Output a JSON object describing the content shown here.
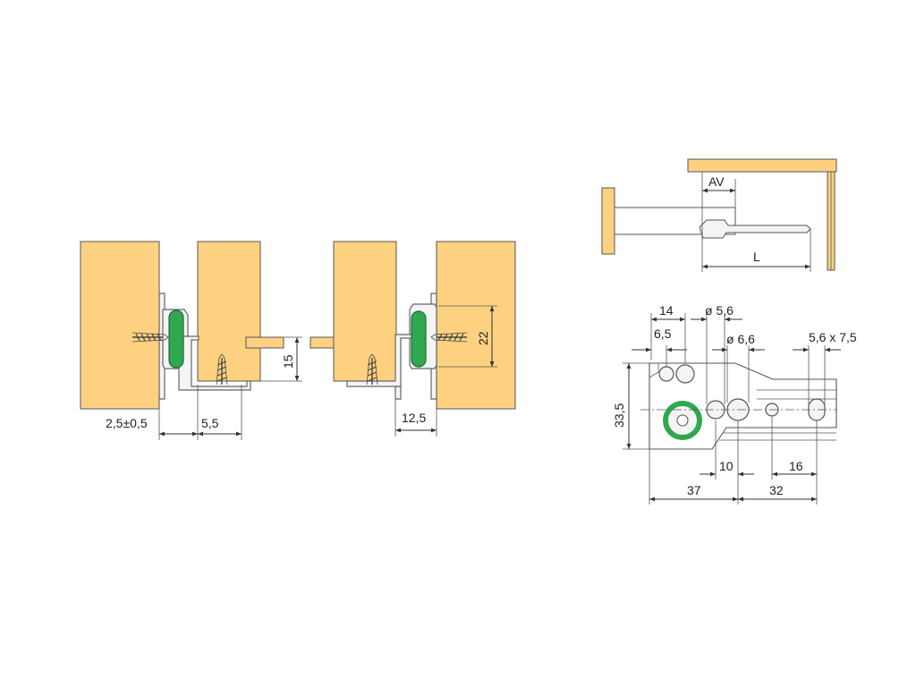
{
  "colors": {
    "wood": "#fdd180",
    "roller": "#2fa84f",
    "metal": "#f4f4f4",
    "line": "#333333"
  },
  "icons": [
    "screw-icon",
    "roller-icon"
  ],
  "left_view": {
    "dim_side_gap": "2,5±0,5",
    "dim_rail_width": "5,5",
    "dim_height_15": "15"
  },
  "right_view": {
    "dim_height_22": "22",
    "dim_depth_12_5": "12,5"
  },
  "side_view": {
    "dim_av": "AV",
    "dim_length": "L"
  },
  "hole_pattern": {
    "dim_14": "14",
    "dim_6_5": "6,5",
    "dim_dia_5_6": "ø 5,6",
    "dim_dia_6_6": "ø 6,6",
    "dim_slot": "5,6 x 7,5",
    "dim_33_5": "33,5",
    "dim_10": "10",
    "dim_16": "16",
    "dim_37": "37",
    "dim_32": "32"
  }
}
